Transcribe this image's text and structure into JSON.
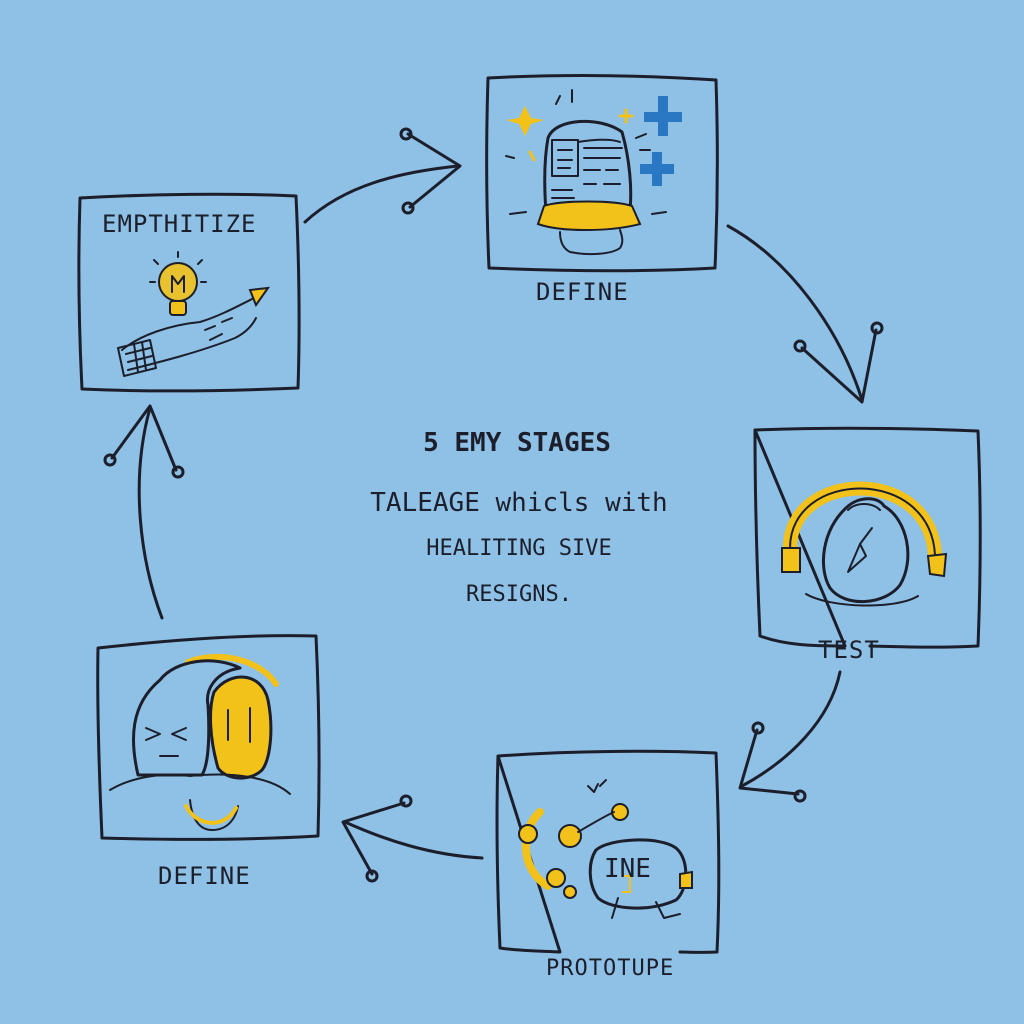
{
  "colors": {
    "background": "#8fc0e6",
    "ink": "#1c1f2b",
    "accent_yellow": "#f2c21b",
    "accent_blue": "#2a78c4"
  },
  "center": {
    "title": "5 EMY STAGES",
    "line1": "TALEAGE whicls with",
    "line2": "HEALITING SIVE",
    "line3": "RESIGNS."
  },
  "stages": {
    "empathize": {
      "label": "EMPTHITIZE",
      "icon": "lightbulb-hand-icon"
    },
    "define_top": {
      "label": "DEFINE",
      "icon": "machine-sparkle-icon"
    },
    "test": {
      "label": "TEST",
      "icon": "compass-gauge-icon"
    },
    "prototype": {
      "label": "PROTOTUPE",
      "icon": "prototype-device-icon",
      "screen_text": "INE"
    },
    "define_bottom": {
      "label": "DEFINE",
      "icon": "two-faces-icon"
    }
  }
}
